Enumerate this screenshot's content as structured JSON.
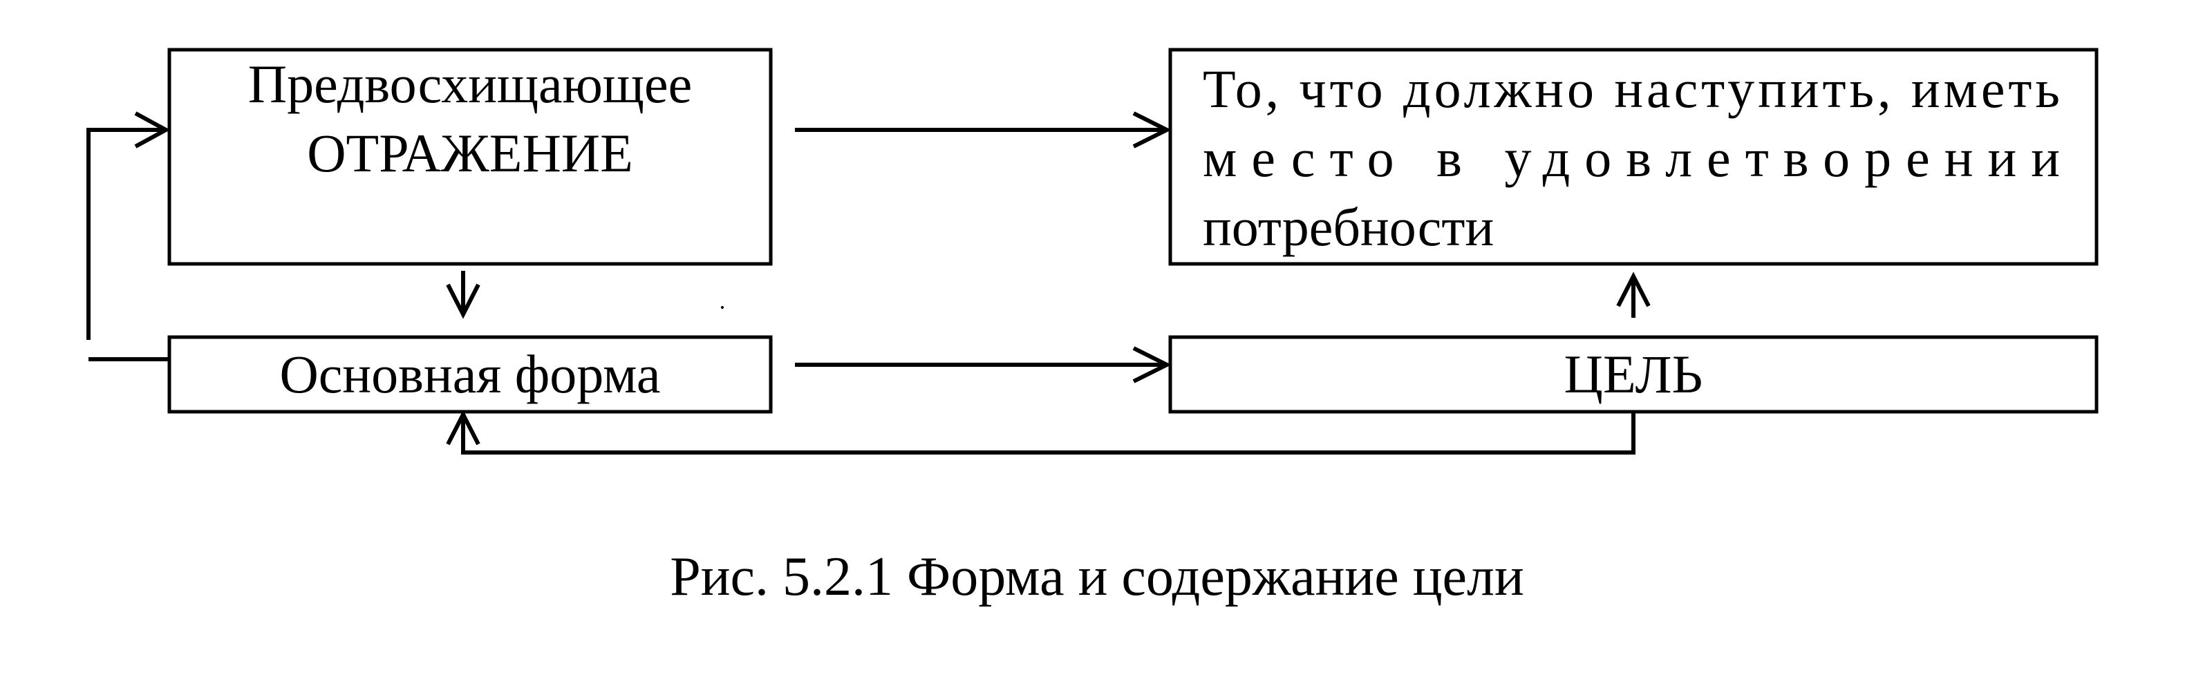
{
  "diagram": {
    "boxes": {
      "anticipatory_reflection": {
        "lines": [
          "Предвосхищающее",
          "ОТРАЖЕНИЕ"
        ]
      },
      "need_satisfaction": {
        "lines": [
          "То, что должно наступить, иметь",
          "место в удовлетворении",
          "потребности"
        ]
      },
      "basic_form": {
        "label": "Основная форма"
      },
      "goal": {
        "label": "ЦЕЛЬ"
      }
    },
    "caption": "Рис. 5.2.1 Форма и содержание цели"
  }
}
